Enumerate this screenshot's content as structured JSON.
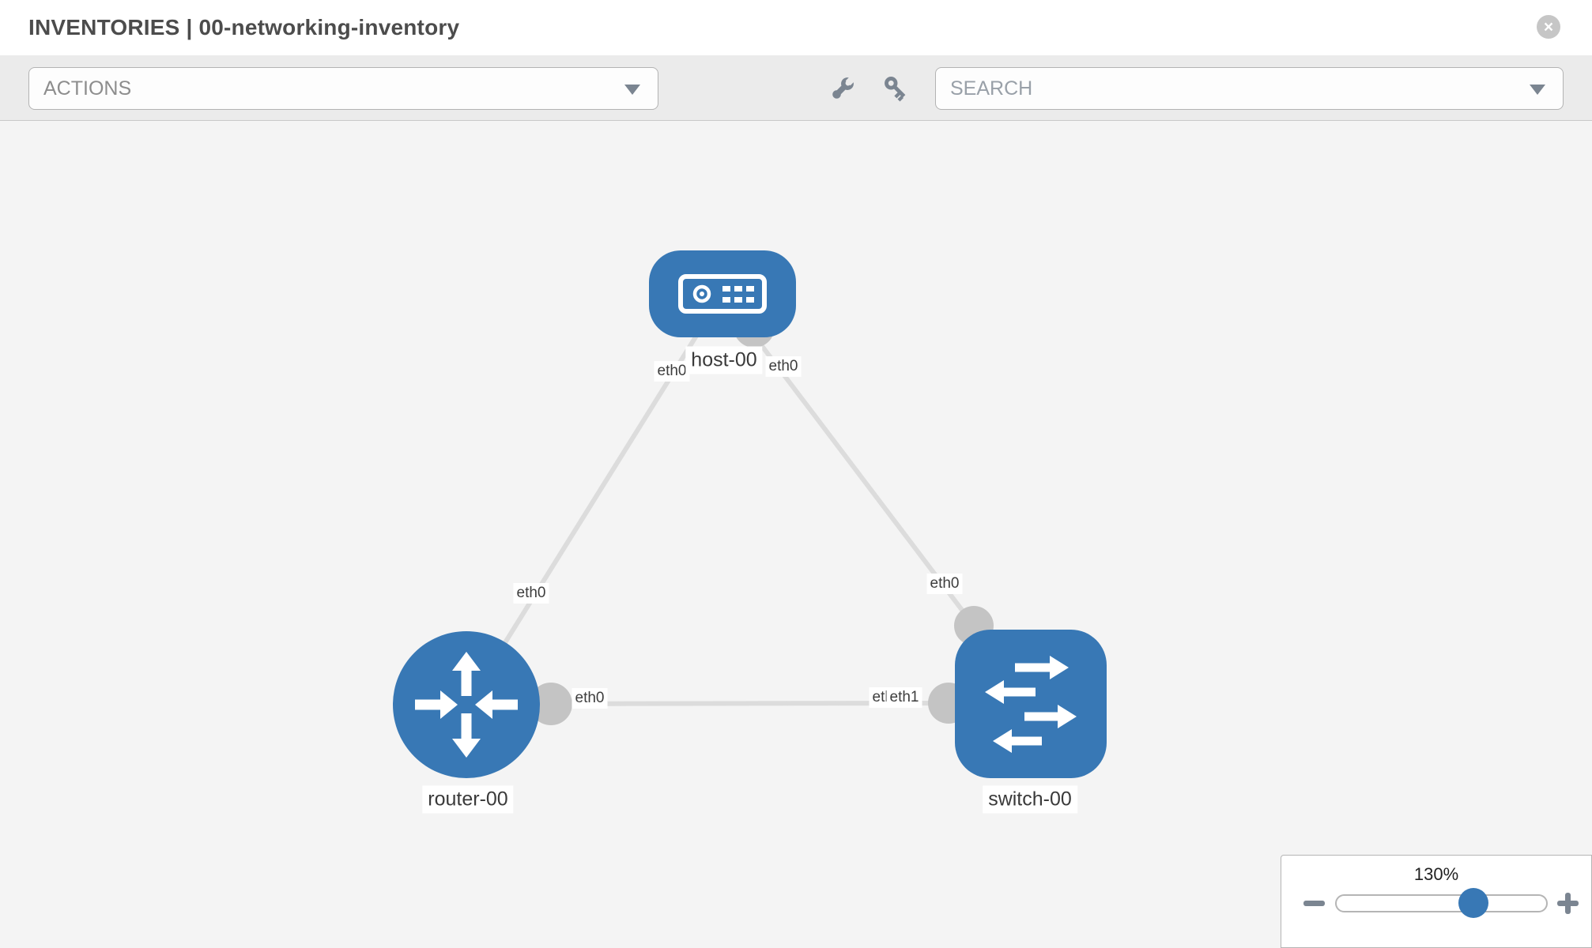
{
  "header": {
    "title": "INVENTORIES | 00-networking-inventory",
    "close_glyph": "×"
  },
  "toolbar": {
    "actions_label": "ACTIONS",
    "search_placeholder": "SEARCH"
  },
  "icons": {
    "close": "x-circle",
    "wrench": "wrench",
    "key": "key",
    "actions_dropdown": "chevron-down",
    "search_dropdown": "chevron-down",
    "zoom_out": "minus",
    "zoom_in": "plus"
  },
  "topology": {
    "nodes": [
      {
        "name": "host-00",
        "type": "host"
      },
      {
        "name": "router-00",
        "type": "router"
      },
      {
        "name": "switch-00",
        "type": "switch"
      }
    ],
    "links": [
      {
        "source": "host-00",
        "source_interface": "eth0",
        "target": "router-00",
        "target_interface": "eth0"
      },
      {
        "source": "host-00",
        "source_interface": "eth0",
        "target": "switch-00",
        "target_interface": "eth0"
      },
      {
        "source": "router-00",
        "source_interface": "eth0",
        "target": "switch-00",
        "target_interface": "eth1"
      }
    ],
    "labels": {
      "host": "host-00",
      "router": "router-00",
      "switch": "switch-00",
      "host_left_if": "eth0",
      "host_right_if": "eth0",
      "link1_router_if": "eth0",
      "router_right_if": "eth0",
      "switch_top_if": "eth0",
      "switch_left_if_back": "eth0",
      "switch_left_if_front": "eth1"
    }
  },
  "zoom_control": {
    "level": "130%",
    "slider_percent": 65
  },
  "colors": {
    "node_blue": "#3878b5",
    "link_gray": "#dcdcdc",
    "port_gray": "#c4c4c4",
    "icon_gray": "#7b8591"
  }
}
